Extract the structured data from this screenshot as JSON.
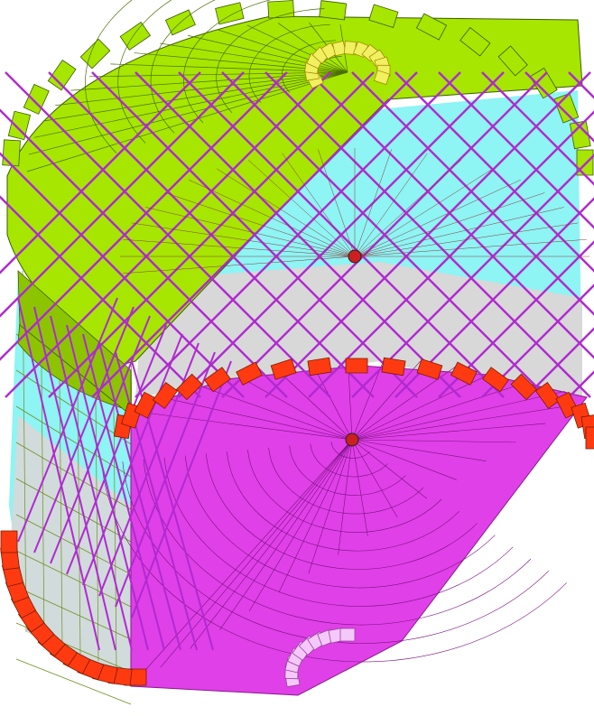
{
  "model": {
    "colors": {
      "roof": "#a6e600",
      "roof_dark": "#8cc400",
      "wall_cyan": "#8ef4f4",
      "wall_grey": "#d8d8d8",
      "floor": "#e040e8",
      "ring_beam": "#ff3a10",
      "cable": "#b02ad0",
      "mesh": "#6f8f20",
      "top_ring": "#f0f060",
      "bottom_ring": "#f4c8f8"
    },
    "grid": {
      "meridians": 28,
      "rings": 12,
      "wall_rows": 10
    },
    "parts": [
      "roof-shell",
      "cylindrical-wall",
      "floor-slab",
      "ring-beam",
      "top-compression-ring",
      "bottom-ring",
      "cable-net",
      "center-node"
    ]
  }
}
